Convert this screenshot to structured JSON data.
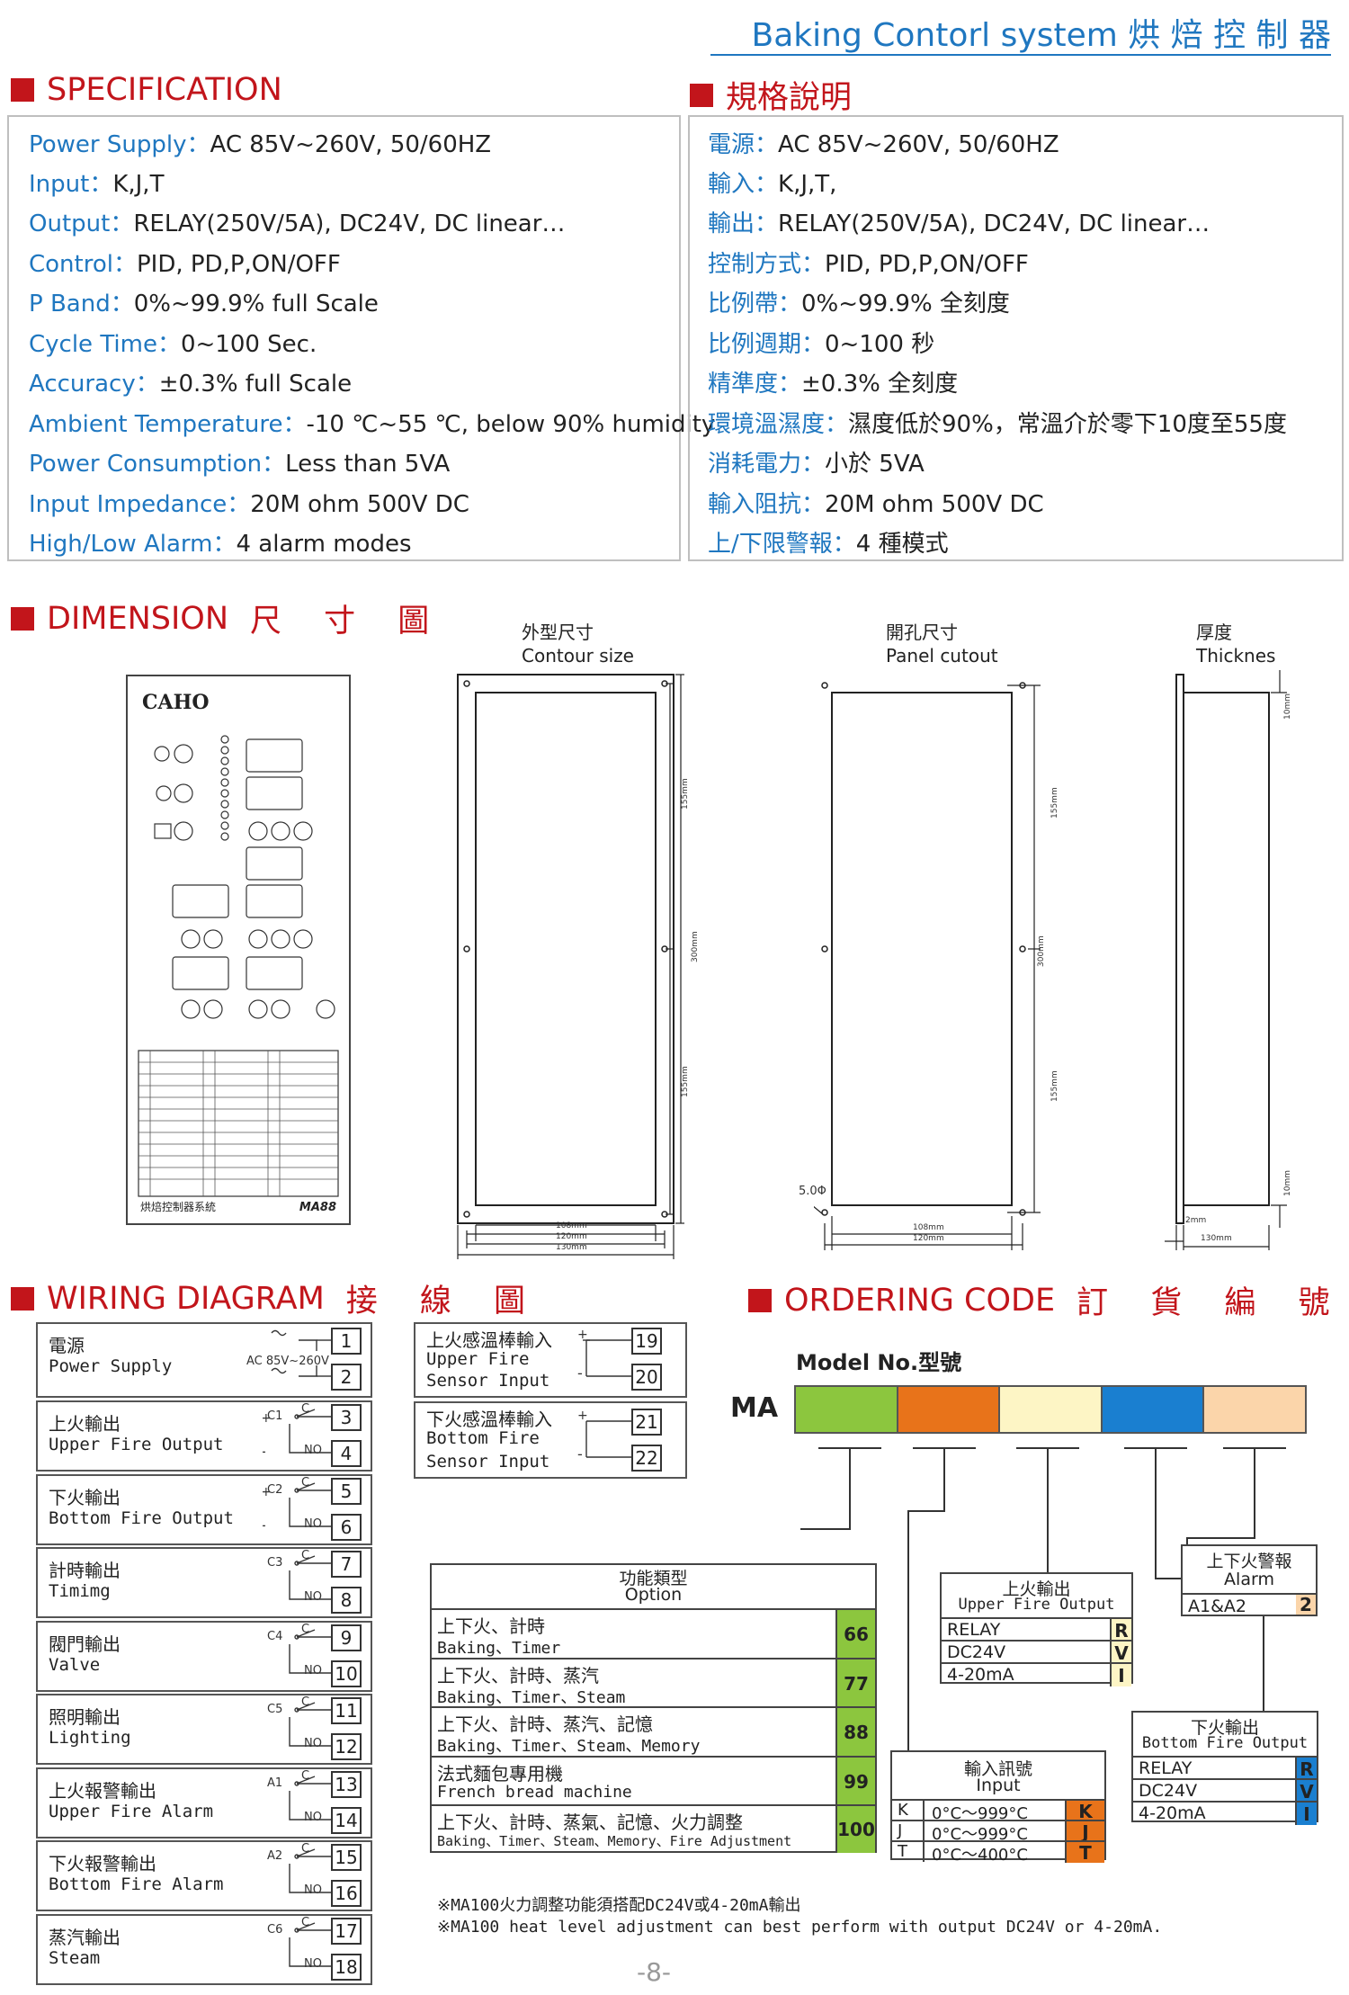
{
  "header": {
    "title": "Baking Contorl system 烘 焙 控 制 器",
    "accent": "#1f77c0",
    "brand_red": "#c2151b"
  },
  "spec": {
    "title": "SPECIFICATION",
    "rows": [
      {
        "k": "Power Supply：",
        "v": "AC 85V~260V, 50/60HZ"
      },
      {
        "k": "Input：",
        "v": "K,J,T"
      },
      {
        "k": "Output：",
        "v": "RELAY(250V/5A), DC24V, DC linear…"
      },
      {
        "k": "Control：",
        "v": "PID, PD,P,ON/OFF"
      },
      {
        "k": "P Band：",
        "v": "0%~99.9% full Scale"
      },
      {
        "k": "Cycle Time：",
        "v": "0~100 Sec."
      },
      {
        "k": "Accuracy：",
        "v": "±0.3% full Scale"
      },
      {
        "k": "Ambient Temperature：",
        "v": "-10 ℃~55 ℃, below 90% humidity"
      },
      {
        "k": "Power Consumption：",
        "v": "Less than 5VA"
      },
      {
        "k": "Input Impedance：",
        "v": "20M ohm 500V DC"
      },
      {
        "k": "High/Low Alarm：",
        "v": "4 alarm modes"
      }
    ]
  },
  "spec_zh": {
    "title": "規格說明",
    "rows": [
      {
        "k": "電源：",
        "v": "AC 85V~260V, 50/60HZ"
      },
      {
        "k": "輸入：",
        "v": "K,J,T,"
      },
      {
        "k": "輸出：",
        "v": "RELAY(250V/5A), DC24V, DC linear…"
      },
      {
        "k": "控制方式：",
        "v": "PID, PD,P,ON/OFF"
      },
      {
        "k": "比例帶：",
        "v": "0%~99.9%  全刻度"
      },
      {
        "k": "比例週期：",
        "v": "0~100 秒"
      },
      {
        "k": "精準度：",
        "v": "±0.3% 全刻度"
      },
      {
        "k": "環境溫濕度：",
        "v": "濕度低於90%，常溫介於零下10度至55度"
      },
      {
        "k": "消耗電力：",
        "v": "小於  5VA"
      },
      {
        "k": "輸入阻抗：",
        "v": "20M ohm 500V DC"
      },
      {
        "k": "上/下限警報：",
        "v": "4 種模式"
      }
    ]
  },
  "dimension": {
    "title": "DIMENSION",
    "title_zh": "尺 寸 圖",
    "brand": "CAHO",
    "panel_caption": "烘焙控制器系統",
    "model": "MA88",
    "contour_zh": "外型尺寸",
    "contour_en": "Contour size",
    "cutout_zh": "開孔尺寸",
    "cutout_en": "Panel cutout",
    "thick_zh": "厚度",
    "thick_en": "Thicknes",
    "d108": "108mm",
    "d120": "120mm",
    "d130": "130mm",
    "d155": "155mm",
    "d300": "300mm",
    "d10": "10mm",
    "d2": "2mm",
    "hole": "5.0Φ"
  },
  "wiring": {
    "title": "WIRING DIAGRAM",
    "title_zh": "接 線 圖",
    "power": {
      "zh": "電源",
      "en": "Power Supply",
      "note": "AC 85V~260V",
      "t1": "1",
      "t2": "2"
    },
    "outputs": [
      {
        "zh": "上火輸出",
        "en": "Upper Fire Output",
        "c": "C1",
        "t1": "3",
        "t2": "4",
        "pol": true
      },
      {
        "zh": "下火輸出",
        "en": "Bottom Fire Output",
        "c": "C2",
        "t1": "5",
        "t2": "6",
        "pol": true
      },
      {
        "zh": "計時輸出",
        "en": "Timimg",
        "c": "C3",
        "t1": "7",
        "t2": "8",
        "pol": false
      },
      {
        "zh": "閥門輸出",
        "en": "Valve",
        "c": "C4",
        "t1": "9",
        "t2": "10",
        "pol": false
      },
      {
        "zh": "照明輸出",
        "en": "Lighting",
        "c": "C5",
        "t1": "11",
        "t2": "12",
        "pol": false
      },
      {
        "zh": "上火報警輸出",
        "en": "Upper Fire Alarm",
        "c": "A1",
        "t1": "13",
        "t2": "14",
        "pol": false
      },
      {
        "zh": "下火報警輸出",
        "en": "Bottom Fire Alarm",
        "c": "A2",
        "t1": "15",
        "t2": "16",
        "pol": false
      },
      {
        "zh": "蒸汽輸出",
        "en": "Steam",
        "c": "C6",
        "t1": "17",
        "t2": "18",
        "pol": false
      }
    ],
    "sensors": [
      {
        "zh": "上火感溫棒輸入",
        "en1": "Upper Fire",
        "en2": "Sensor Input",
        "t1": "19",
        "t2": "20"
      },
      {
        "zh": "下火感溫棒輸入",
        "en1": "Bottom Fire",
        "en2": "Sensor Input",
        "t1": "21",
        "t2": "22"
      }
    ],
    "no": "NO",
    "c": "C"
  },
  "ordering": {
    "title": "ORDERING CODE",
    "title_zh": "訂 貨 編 號",
    "model_label": "Model No.型號",
    "prefix": "MA",
    "bar_colors": [
      "#8cc63e",
      "#e8731a",
      "#fdf5c5",
      "#1a7fd0",
      "#fbd5aa"
    ],
    "option": {
      "zh": "功能類型",
      "en": "Option",
      "rows": [
        {
          "zh": "上下火、計時",
          "en": "Baking、Timer",
          "code": "66"
        },
        {
          "zh": "上下火、計時、蒸汽",
          "en": "Baking、Timer、Steam",
          "code": "77"
        },
        {
          "zh": "上下火、計時、蒸汽、記憶",
          "en": "Baking、Timer、Steam、Memory",
          "code": "88"
        },
        {
          "zh": "法式麵包專用機",
          "en": "French bread machine",
          "code": "99"
        },
        {
          "zh": "上下火、計時、蒸氣、記憶、火力調整",
          "en": "Baking、Timer、Steam、Memory、Fire Adjustment",
          "code": "100"
        }
      ]
    },
    "input": {
      "zh": "輸入訊號",
      "en": "Input",
      "rows": [
        {
          "l": "K",
          "r": "0°C～999°C",
          "code": "K"
        },
        {
          "l": "J",
          "r": "0°C～999°C",
          "code": "J"
        },
        {
          "l": "T",
          "r": "0°C～400°C",
          "code": "T"
        }
      ]
    },
    "upper": {
      "zh": "上火輸出",
      "en": "Upper Fire Output",
      "rows": [
        {
          "l": "RELAY",
          "code": "R"
        },
        {
          "l": "DC24V",
          "code": "V"
        },
        {
          "l": "4-20mA",
          "code": "I"
        }
      ]
    },
    "alarm": {
      "zh": "上下火警報",
      "en": "Alarm",
      "row": "A1&A2",
      "code": "2"
    },
    "bottom": {
      "zh": "下火輸出",
      "en": "Bottom Fire Output",
      "rows": [
        {
          "l": "RELAY",
          "code": "R"
        },
        {
          "l": "DC24V",
          "code": "V"
        },
        {
          "l": "4-20mA",
          "code": "I"
        }
      ]
    },
    "note_zh": "※MA100火力調整功能須搭配DC24V或4-20mA輸出",
    "note_en": "※MA100 heat level adjustment can best perform with output DC24V or 4-20mA."
  },
  "page_number": "-8-"
}
